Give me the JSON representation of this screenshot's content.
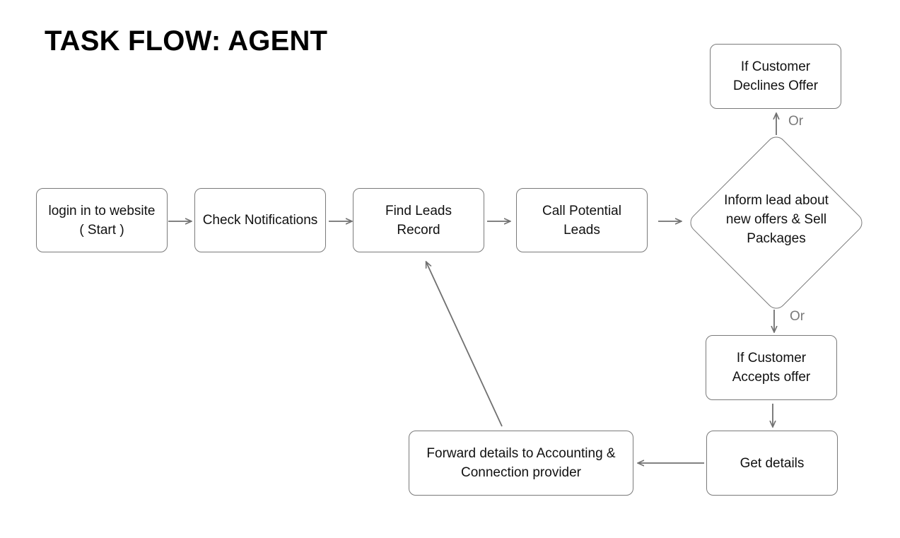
{
  "title": "TASK FLOW: AGENT",
  "nodes": {
    "login": {
      "line1": "login in to website",
      "line2": "( Start )"
    },
    "check_notifications": {
      "line1": "Check Notifications"
    },
    "find_leads": {
      "line1": "Find Leads",
      "line2": "Record"
    },
    "call_leads": {
      "line1": "Call Potential",
      "line2": "Leads"
    },
    "inform_lead": {
      "line1": "Inform lead about",
      "line2": "new offers & Sell",
      "line3": "Packages"
    },
    "declines": {
      "line1": "If Customer",
      "line2": "Declines Offer"
    },
    "accepts": {
      "line1": "If Customer",
      "line2": "Accepts offer"
    },
    "get_details": {
      "line1": "Get details"
    },
    "forward": {
      "line1": "Forward details to Accounting &",
      "line2": "Connection provider"
    }
  },
  "labels": {
    "or_top": "Or",
    "or_bottom": "Or"
  },
  "colors": {
    "border": "#7a7a7a",
    "arrow": "#707070",
    "text": "#111111",
    "or_text": "#7a7a7a"
  }
}
